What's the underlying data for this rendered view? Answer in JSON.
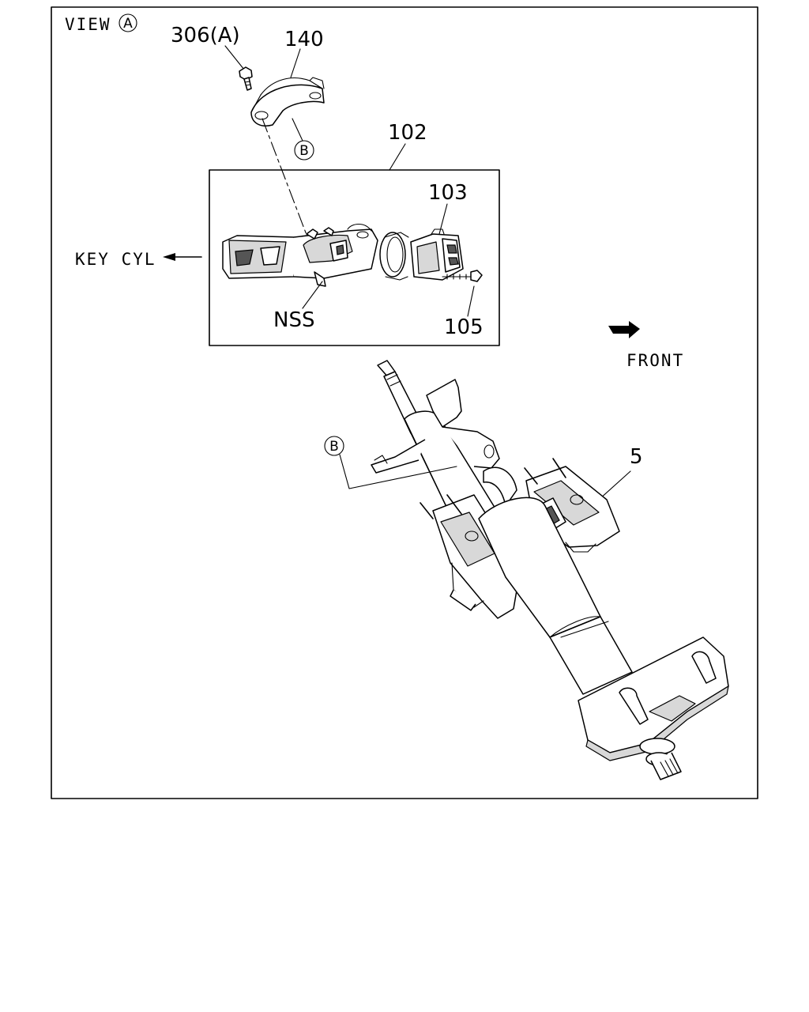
{
  "view_label": "VIEW",
  "view_marker": "A",
  "callouts": {
    "screw": "306(A)",
    "bracket": "140",
    "switch_assy": "102",
    "connector": "103",
    "bolt": "105",
    "column": "5",
    "nss": "NSS"
  },
  "reference_marker": "B",
  "key_cyl_label": "KEY CYL",
  "front_label": "FRONT"
}
